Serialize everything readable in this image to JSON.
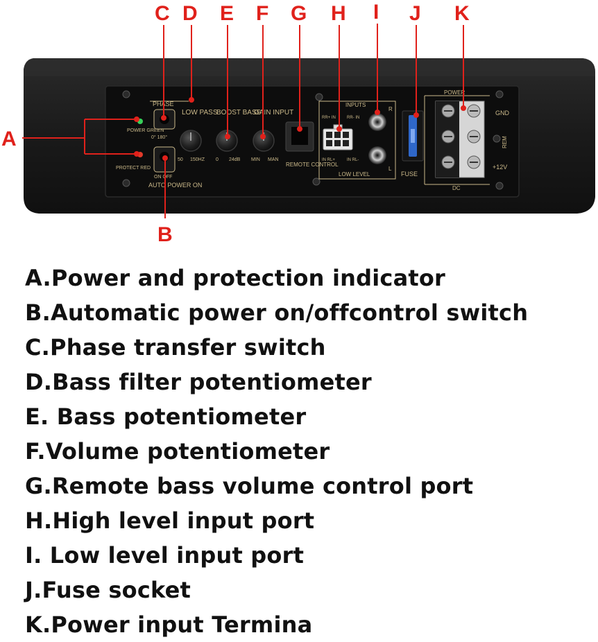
{
  "panel": {
    "phase_label": "PHASE",
    "power_green_label": "POWER GREEN",
    "protect_red_label": "PROTECT RED",
    "phase_options": "0° 180°",
    "auto_options": "ON OFF",
    "auto_power_label": "AUTO POWER ON",
    "low_pass_label": "LOW PASS",
    "low_pass_range": [
      "50",
      "150HZ"
    ],
    "boost_bass_label": "BOOST BASS",
    "boost_bass_range": [
      "0",
      "24dB"
    ],
    "gain_input_label": "GAIN INPUT",
    "gain_input_range": [
      "MIN",
      "MAN"
    ],
    "remote_control_label": "REMOTE CONTROL",
    "inputs_label": "INPUTS",
    "high_level_pins": [
      "RR+ IN",
      "RR- IN",
      "IN RL+",
      "IN RL-"
    ],
    "low_level_label": "LOW LEVEL",
    "rca_right_label": "R",
    "rca_left_label": "L",
    "fuse_label": "FUSE",
    "power_label": "POWER",
    "dc_label": "DC",
    "terminal_labels": [
      "GND",
      "REM",
      "+12V"
    ]
  },
  "callouts": {
    "A": "A",
    "B": "B",
    "C": "C",
    "D": "D",
    "E": "E",
    "F": "F",
    "G": "G",
    "H": "H",
    "I": "I",
    "J": "J",
    "K": "K"
  },
  "legend": [
    "A.Power and protection indicator",
    "B.Automatic power on/offcontrol switch",
    "C.Phase transfer switch",
    "D.Bass filter potentiometer",
    "E. Bass potentiometer",
    "F.Volume potentiometer",
    "G.Remote bass volume control port",
    "H.High level input port",
    "I. Low level input port",
    "J.Fuse socket",
    "K.Power input Termina"
  ],
  "colors": {
    "callout_red": "#e0211b",
    "panel_text": "#cbb98a",
    "body": "#1b1b1b",
    "led_green": "#39d05a",
    "led_red": "#e23a2a",
    "fuse_blue": "#2f67c8"
  }
}
